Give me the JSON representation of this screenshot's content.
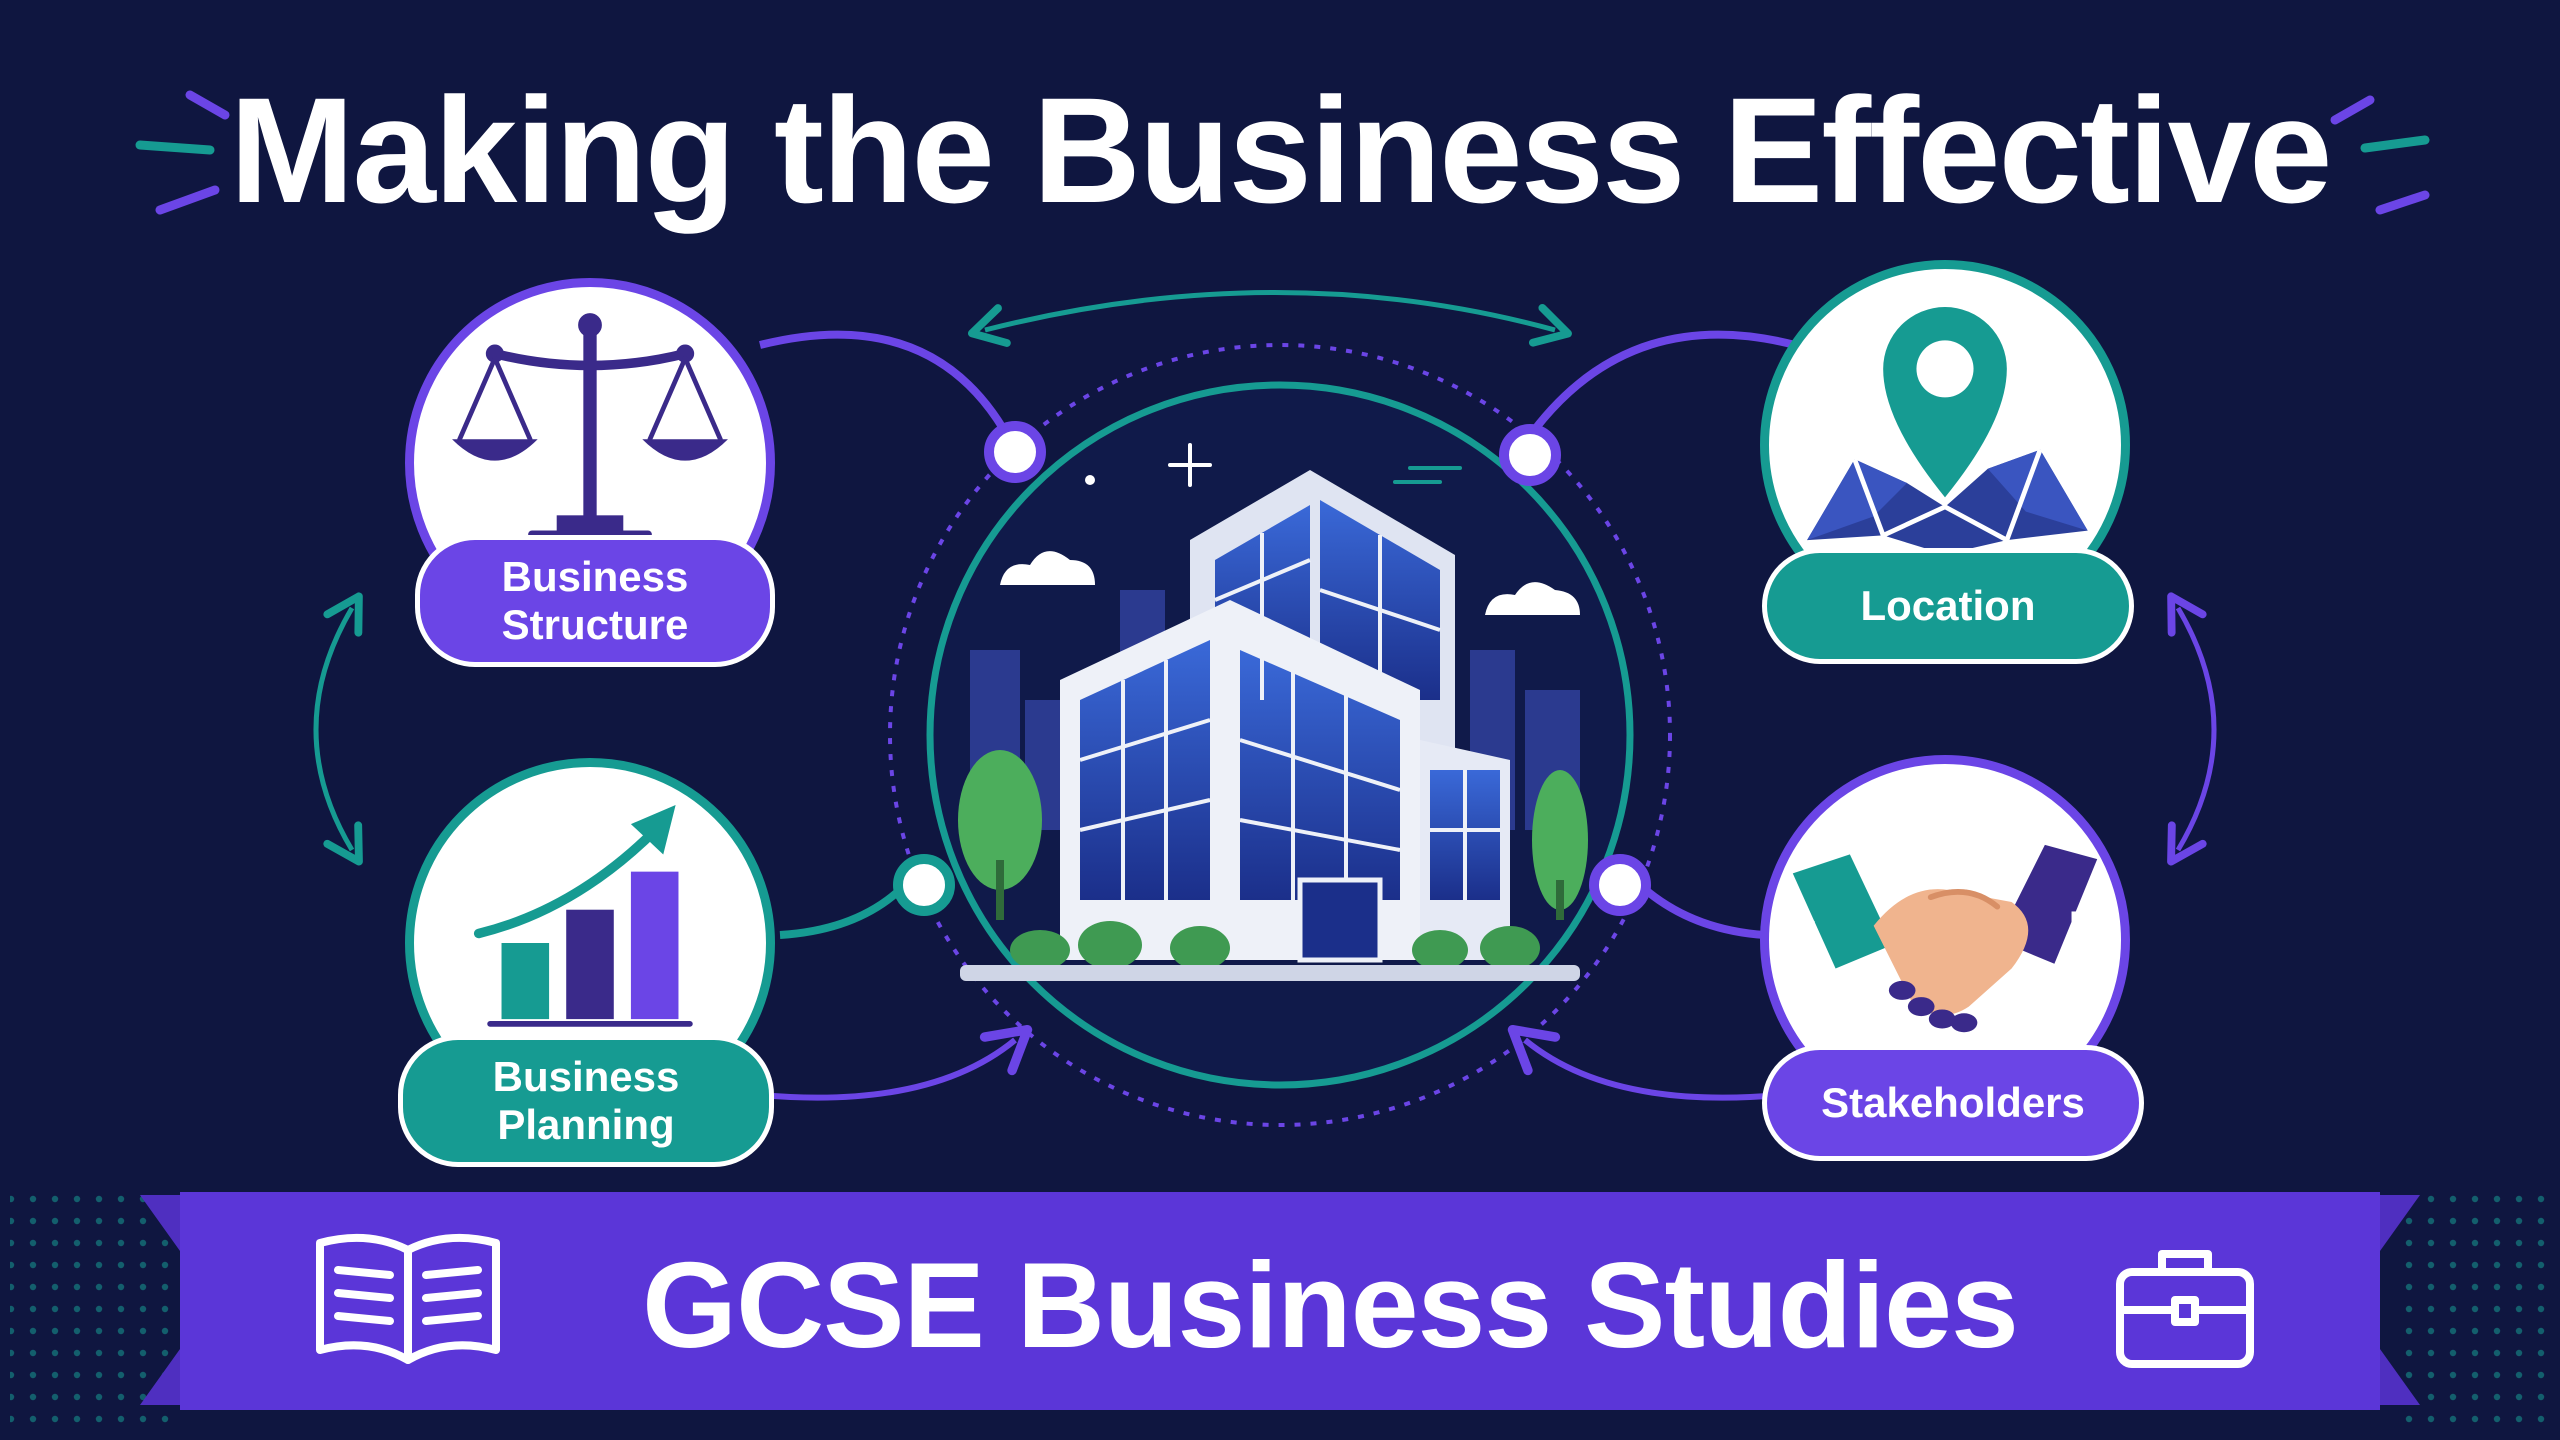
{
  "title": "Making the Business Effective",
  "nodes": {
    "business_structure": {
      "label_line1": "Business",
      "label_line2": "Structure",
      "icon": "scales-icon"
    },
    "business_planning": {
      "label_line1": "Business",
      "label_line2": "Planning",
      "icon": "growth-chart-icon"
    },
    "location": {
      "label": "Location",
      "icon": "map-pin-icon"
    },
    "stakeholders": {
      "label": "Stakeholders",
      "icon": "handshake-icon"
    }
  },
  "center": {
    "icon": "office-building-icon"
  },
  "banner": {
    "label": "GCSE Business Studies",
    "left_icon": "open-book-icon",
    "right_icon": "briefcase-icon"
  },
  "colors": {
    "background": "#0f1640",
    "purple": "#6b45e6",
    "teal": "#169b92",
    "white": "#ffffff"
  }
}
